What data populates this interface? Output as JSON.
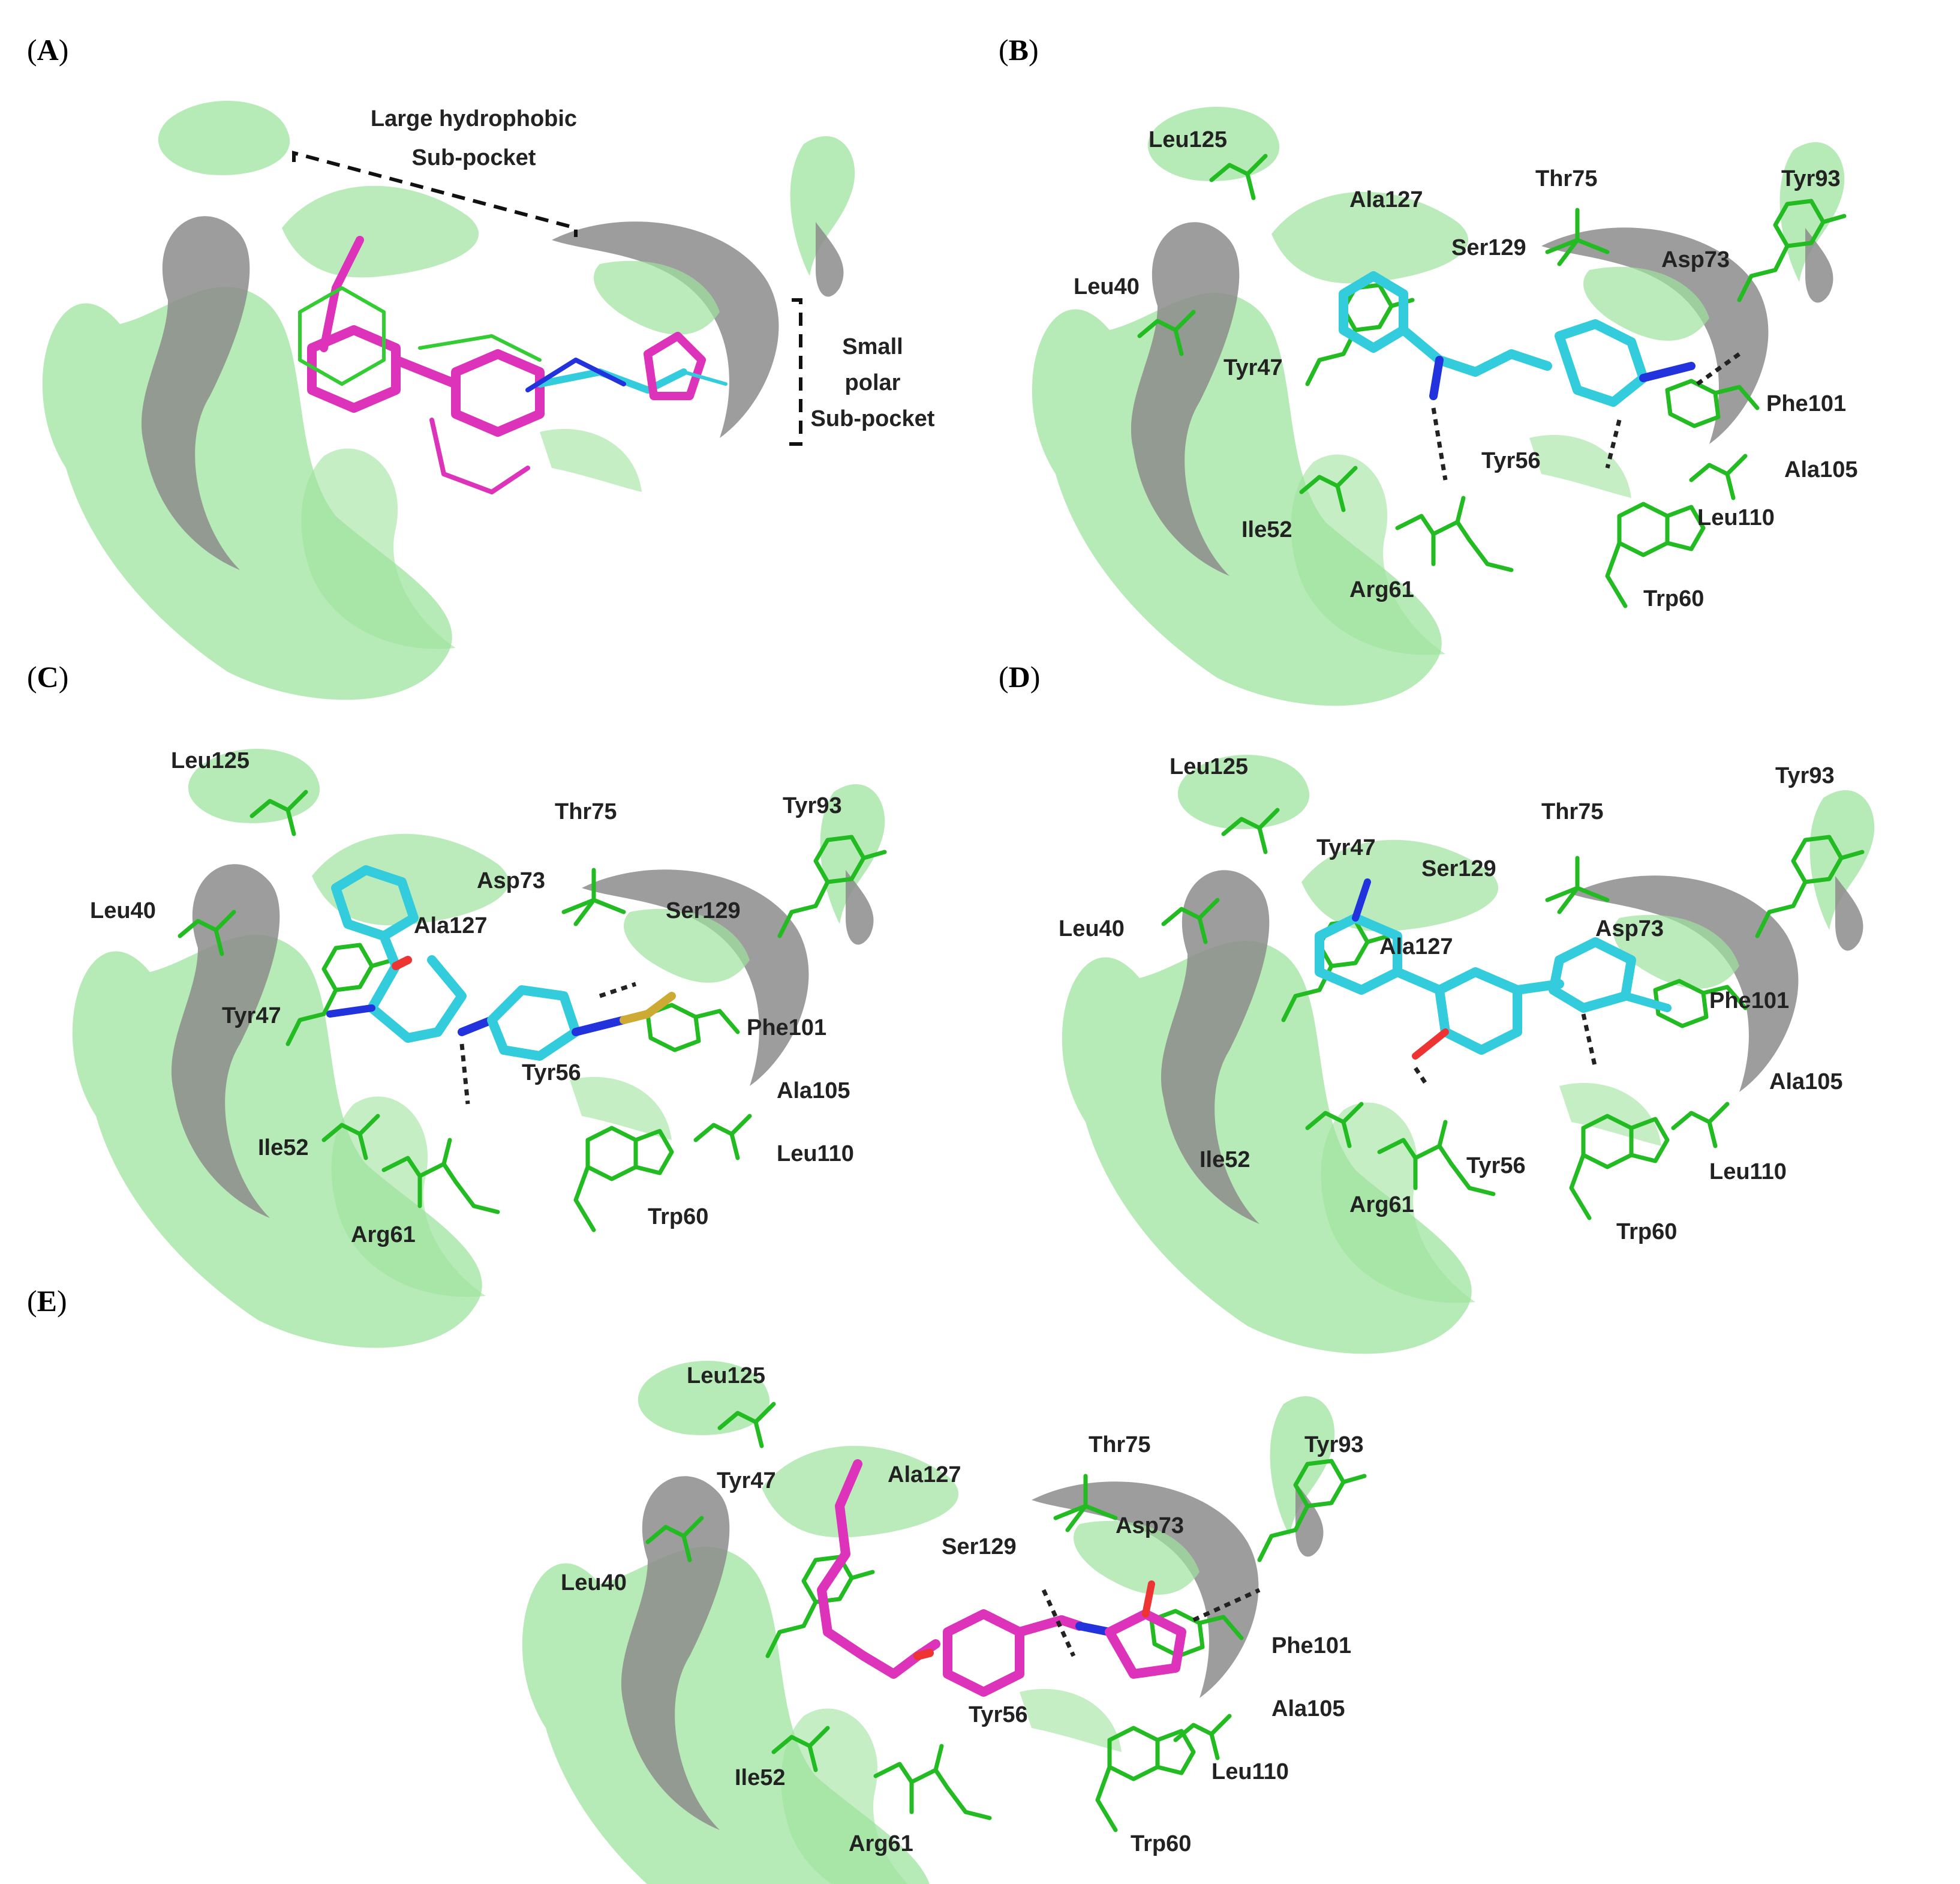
{
  "panels": [
    {
      "id": "A",
      "label": "A",
      "annotations": [
        "Large hydrophobic",
        "Sub-pocket",
        "Small",
        "polar",
        "Sub-pocket"
      ],
      "residues": []
    },
    {
      "id": "B",
      "label": "B",
      "residues": [
        "Leu125",
        "Ala127",
        "Thr75",
        "Tyr93",
        "Ser129",
        "Asp73",
        "Leu40",
        "Tyr47",
        "Phe101",
        "Tyr56",
        "Ala105",
        "Leu110",
        "Ile52",
        "Arg61",
        "Trp60"
      ]
    },
    {
      "id": "C",
      "label": "C",
      "residues": [
        "Leu125",
        "Thr75",
        "Tyr93",
        "Asp73",
        "Ser129",
        "Leu40",
        "Ala127",
        "Tyr47",
        "Phe101",
        "Tyr56",
        "Ala105",
        "Leu110",
        "Ile52",
        "Trp60",
        "Arg61"
      ]
    },
    {
      "id": "D",
      "label": "D",
      "residues": [
        "Leu125",
        "Tyr93",
        "Tyr47",
        "Thr75",
        "Ser129",
        "Leu40",
        "Ala127",
        "Asp73",
        "Phe101",
        "Ala105",
        "Ile52",
        "Tyr56",
        "Leu110",
        "Arg61",
        "Trp60"
      ]
    },
    {
      "id": "E",
      "label": "E",
      "residues": [
        "Leu125",
        "Tyr47",
        "Ala127",
        "Thr75",
        "Tyr93",
        "Ser129",
        "Asp73",
        "Leu40",
        "Phe101",
        "Tyr56",
        "Ala105",
        "Leu110",
        "Ile52",
        "Arg61",
        "Trp60"
      ]
    }
  ],
  "colors": {
    "pocket_surface": "#9ee39e",
    "pocket_shadow": "#8c8c8c",
    "residue_sticks": "#22bb22",
    "ligand_cyan": "#33ccdd",
    "ligand_magenta": "#dd33bb",
    "nitrogen": "#2233dd",
    "oxygen": "#ee3333",
    "hbond": "#222222"
  }
}
